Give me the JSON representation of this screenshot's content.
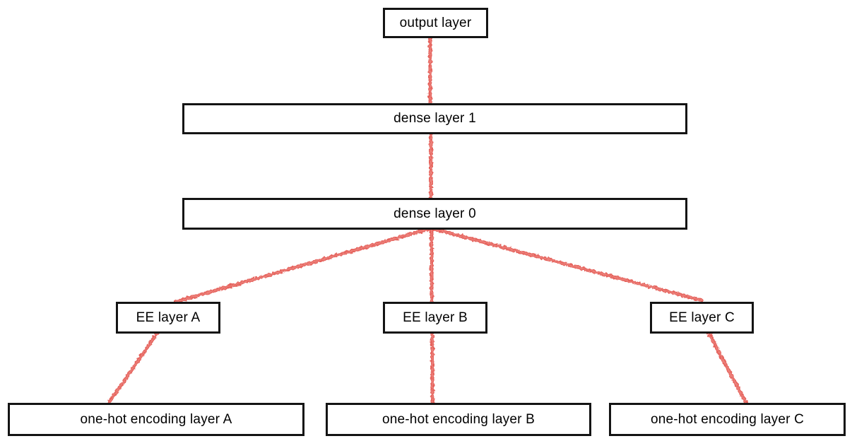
{
  "diagram": {
    "type": "neural-network-architecture",
    "background": "#ffffff",
    "edge_color": "#e5625c",
    "edge_highlight_color": "#f0918a",
    "box_border_color": "#141414",
    "text_color": "#000000",
    "nodes": {
      "output": {
        "label": "output layer"
      },
      "dense1": {
        "label": "dense layer 1"
      },
      "dense0": {
        "label": "dense layer 0"
      },
      "ee_a": {
        "label": "EE layer A"
      },
      "ee_b": {
        "label": "EE layer B"
      },
      "ee_c": {
        "label": "EE layer C"
      },
      "onehot_a": {
        "label": "one-hot encoding layer A"
      },
      "onehot_b": {
        "label": "one-hot encoding layer B"
      },
      "onehot_c": {
        "label": "one-hot encoding layer C"
      }
    },
    "edges": [
      {
        "from": "dense layer 1",
        "to": "output layer"
      },
      {
        "from": "dense layer 0",
        "to": "dense layer 1"
      },
      {
        "from": "EE layer A",
        "to": "dense layer 0"
      },
      {
        "from": "EE layer B",
        "to": "dense layer 0"
      },
      {
        "from": "EE layer C",
        "to": "dense layer 0"
      },
      {
        "from": "one-hot encoding layer A",
        "to": "EE layer A"
      },
      {
        "from": "one-hot encoding layer B",
        "to": "EE layer B"
      },
      {
        "from": "one-hot encoding layer C",
        "to": "EE layer C"
      }
    ]
  }
}
